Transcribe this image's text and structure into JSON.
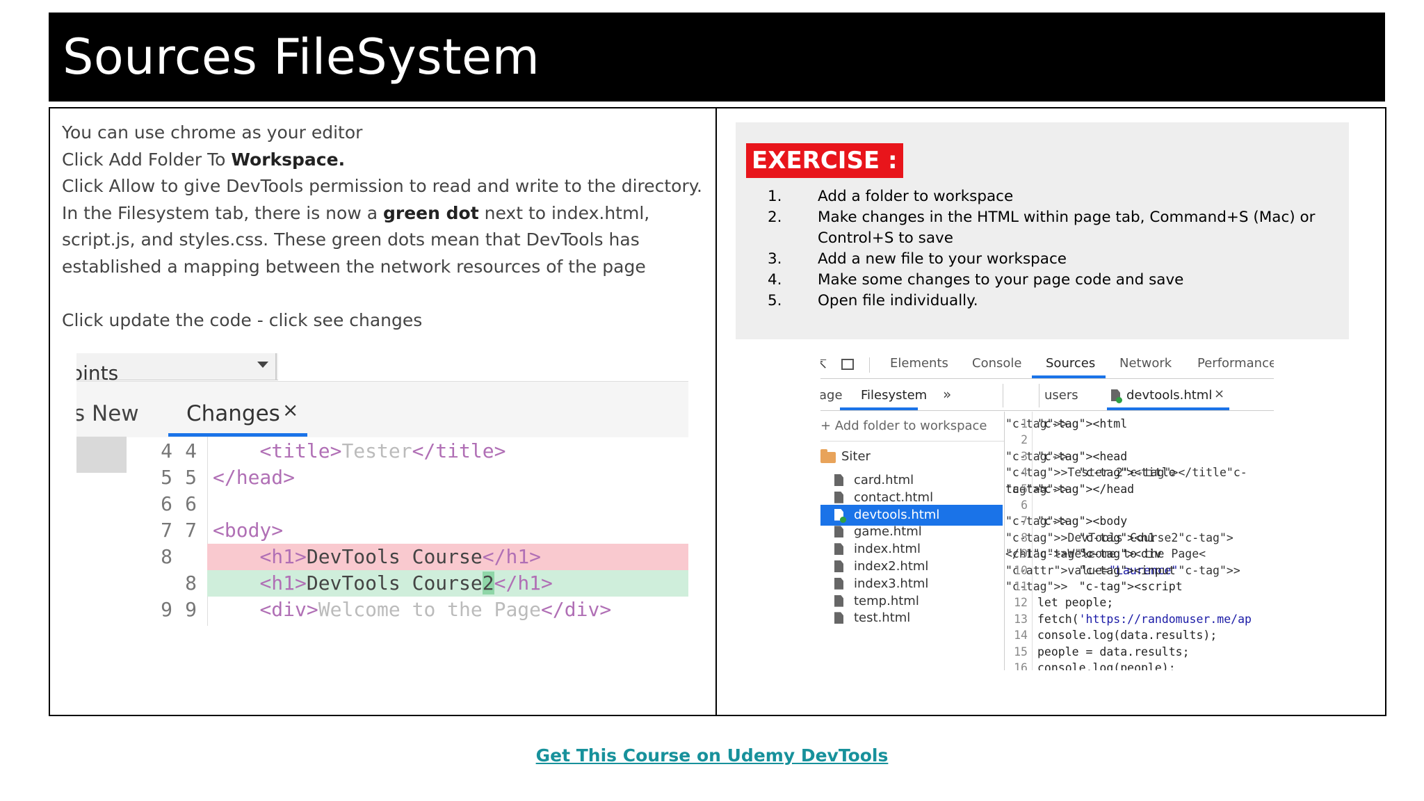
{
  "slide": {
    "title": "Sources FileSystem",
    "footer_link": "Get This Course on Udemy DevTools"
  },
  "left": {
    "line1": "You can use chrome as your editor",
    "line2_prefix": "Click Add Folder To ",
    "line2_bold": "Workspace.",
    "line3": "Click Allow to give DevTools permission to read and write to the directory.",
    "line4_prefix": "In the Filesystem tab, there is now a ",
    "line4_bold": "green dot",
    "line4_suffix": " next to index.html, script.js, and styles.css. These green dots mean that DevTools has established a mapping between the network resources of the page",
    "line5": "Click update the code - click see changes"
  },
  "diff_shot": {
    "top_label": "oints",
    "tab_new": "s New",
    "tab_changes": "Changes",
    "tab_close": "×",
    "rows": [
      {
        "n1": "4",
        "n2": "4",
        "pre": "    ",
        "open": "<title>",
        "text": "Tester",
        "close": "</title>",
        "type": "ctx"
      },
      {
        "n1": "5",
        "n2": "5",
        "pre": "",
        "open": "</head>",
        "text": "",
        "close": "",
        "type": "ctx"
      },
      {
        "n1": "6",
        "n2": "6",
        "pre": "",
        "open": "",
        "text": "",
        "close": "",
        "type": "ctx"
      },
      {
        "n1": "7",
        "n2": "7",
        "pre": "",
        "open": "<body>",
        "text": "",
        "close": "",
        "type": "ctx"
      },
      {
        "n1": "8",
        "n2": "",
        "pre": "    ",
        "open": "<h1>",
        "text": "DevTools Course",
        "close": "</h1>",
        "type": "del"
      },
      {
        "n1": "",
        "n2": "8",
        "pre": "    ",
        "open": "<h1>",
        "text": "DevTools Course",
        "hl": "2",
        "close": "</h1>",
        "type": "add"
      },
      {
        "n1": "9",
        "n2": "9",
        "pre": "    ",
        "open": "<div>",
        "text": "Welcome to the Page",
        "close": "</div>",
        "type": "ctx"
      }
    ]
  },
  "exercise": {
    "badge": "EXERCISE :",
    "items": [
      {
        "num": "1.",
        "text": "Add a folder to workspace"
      },
      {
        "num": "2.",
        "text": "Make changes in the HTML within page tab, Command+S (Mac) or Control+S to save"
      },
      {
        "num": "3.",
        "text": "Add a new file to your workspace"
      },
      {
        "num": "4.",
        "text": "Make some changes to your page code and save"
      },
      {
        "num": "5.",
        "text": "Open file individually."
      }
    ]
  },
  "devtools_shot": {
    "inspect_glyph": "⇱",
    "top_tabs": [
      "Elements",
      "Console",
      "Sources",
      "Network",
      "Performance"
    ],
    "sub_tabs": {
      "page": "age",
      "filesystem": "Filesystem",
      "more": "»"
    },
    "editor_tabs": {
      "users": "users",
      "file": "devtools.html",
      "close": "×"
    },
    "add_folder": "+ Add folder to workspace",
    "folder": "Siter",
    "files": [
      "card.html",
      "contact.html",
      "devtools.html",
      "game.html",
      "index.html",
      "index2.html",
      "index3.html",
      "temp.html",
      "test.html"
    ],
    "selected_file": "devtools.html",
    "code_lines": [
      {
        "ln": "1",
        "text": "<html>"
      },
      {
        "ln": "2",
        "text": ""
      },
      {
        "ln": "3",
        "text": "<head>"
      },
      {
        "ln": "4",
        "text": "      <title>Tester 2</title>"
      },
      {
        "ln": "5",
        "text": "</head>"
      },
      {
        "ln": "6",
        "text": ""
      },
      {
        "ln": "7",
        "text": "<body>"
      },
      {
        "ln": "8",
        "text": "      <h1>DevTools Course2</h1>"
      },
      {
        "ln": "9",
        "text": "      <div>Welcome to the Page<"
      },
      {
        "ln": "10",
        "text": "      <input value=\"Laurence\">"
      },
      {
        "ln": "11",
        "text": "      <script>"
      },
      {
        "ln": "12",
        "text": "let people;"
      },
      {
        "ln": "13",
        "text": "fetch('https://randomuser.me/ap"
      },
      {
        "ln": "14",
        "text": "console.log(data.results);"
      },
      {
        "ln": "15",
        "text": "people = data.results;"
      },
      {
        "ln": "16",
        "text": "console.log(people);"
      }
    ]
  },
  "colors": {
    "accent_blue": "#1a73e8",
    "exercise_red": "#e8151b",
    "link_teal": "#17919b",
    "diff_deleted": "#f9c9cf",
    "diff_added": "#cfeedb"
  }
}
